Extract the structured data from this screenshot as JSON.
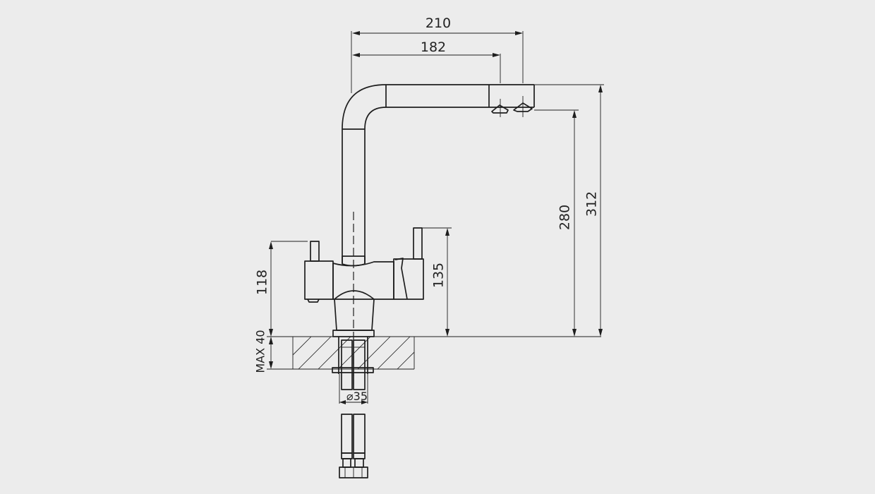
{
  "dimensions": {
    "width_outer": "210",
    "width_inner": "182",
    "height_total": "312",
    "height_outlet": "280",
    "height_lever": "135",
    "height_body": "118",
    "max_deck": "MAX 40",
    "hole_diameter": "⌀35"
  }
}
